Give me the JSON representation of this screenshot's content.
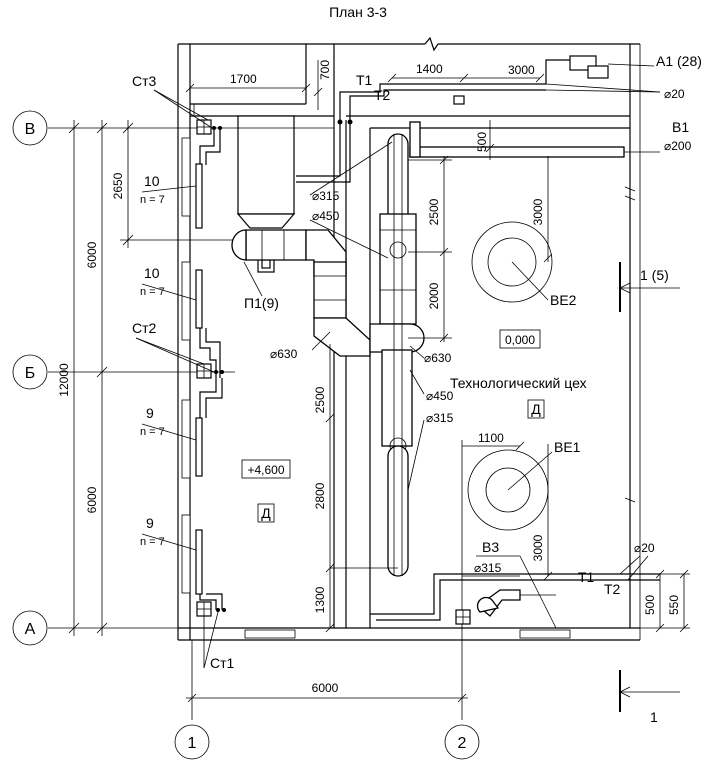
{
  "title": "План 3-3",
  "axes": {
    "rows": [
      "В",
      "Б",
      "А"
    ],
    "cols": [
      "1",
      "2"
    ]
  },
  "dims": {
    "d1700": "1700",
    "d700": "700",
    "d1400": "1400",
    "d3000a": "3000",
    "d500a": "500",
    "d2650": "2650",
    "d6000a": "6000",
    "d12000": "12000",
    "d6000b": "6000",
    "d2500a": "2500",
    "d3000b": "3000",
    "d2000": "2000",
    "d2500b": "2500",
    "d2800": "2800",
    "d1300": "1300",
    "d1100": "1100",
    "d3000c": "3000",
    "d500b": "500",
    "d550": "550",
    "d6000c": "6000"
  },
  "labels": {
    "a1": "А1 (28)",
    "dia20a": "⌀20",
    "b1": "В1",
    "dia200": "⌀200",
    "t1a": "Т1",
    "t2a": "Т2",
    "st3": "Ст3",
    "st2": "Ст2",
    "st1": "Ст1",
    "rad1": "10",
    "rad1n": "n = 7",
    "rad2": "10",
    "rad2n": "n = 7",
    "rad3": "9",
    "rad3n": "n = 7",
    "rad4": "9",
    "rad4n": "n = 7",
    "dia315a": "⌀315",
    "dia450a": "⌀450",
    "p1": "П1(9)",
    "dia630a": "⌀630",
    "dia630b": "⌀630",
    "dia450b": "⌀450",
    "dia315b": "⌀315",
    "be2": "ВЕ2",
    "be1": "ВЕ1",
    "level0": "0,000",
    "level4600": "+4,600",
    "roomD1": "Д",
    "roomD2": "Д",
    "workshop": "Технологический цех",
    "section15": "1 (5)",
    "section1": "1",
    "b3": "В3",
    "dia315c": "⌀315",
    "t1b": "Т1",
    "t2b": "Т2",
    "dia20b": "⌀20"
  }
}
